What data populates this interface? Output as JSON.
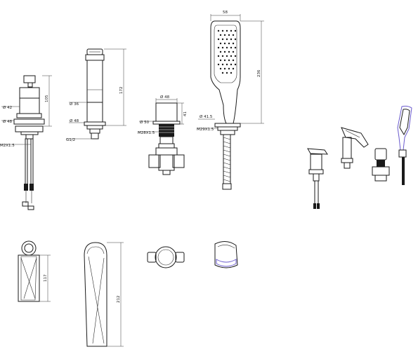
{
  "dimensions": {
    "d42": "Ø 42",
    "d48_a": "Ø 48",
    "h105": "105",
    "thread_a": "M2X1.5",
    "d36": "Ø 36",
    "d48_b": "Ø 48",
    "h172": "172",
    "g12": "G1/2",
    "d48_c": "Ø 48",
    "d50": "Ø 50",
    "h41": "41",
    "thread_c": "M28X1.5",
    "w58": "58",
    "h236": "236",
    "d41_5": "Ø 41.5",
    "thread_d": "M29X1.5",
    "h117": "117",
    "h212": "212"
  },
  "colors": {
    "line": "#1a1a1a",
    "accent": "#6a5acd",
    "background": "#ffffff"
  }
}
